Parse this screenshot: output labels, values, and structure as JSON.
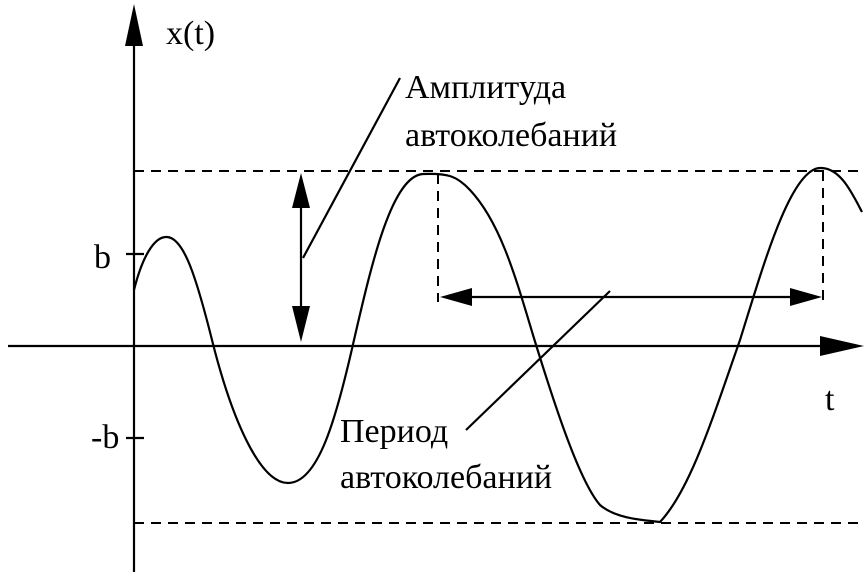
{
  "labels": {
    "y_axis": "x(t)",
    "x_axis": "t",
    "tick_positive": "b",
    "tick_negative": "-b",
    "amplitude_line1": "Амплитуда",
    "amplitude_line2": "автоколебаний",
    "period_line1": "Период",
    "period_line2": "автоколебаний"
  },
  "colors": {
    "ink": "#000000",
    "background": "#ffffff"
  }
}
